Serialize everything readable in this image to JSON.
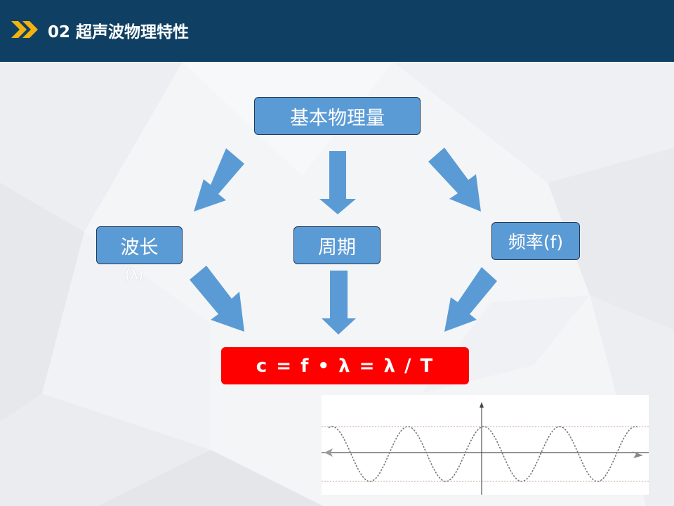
{
  "header": {
    "title": "02 超声波物理特性",
    "icon": "double-chevron-icon",
    "background_color": "#0f4063",
    "icon_color": "#f2b20f"
  },
  "diagram": {
    "root": "基本物理量",
    "wavelength": "波长",
    "wavelength_symbol": "(λ)",
    "period": "周期",
    "frequency": "频率(f)",
    "formula": "c = f • λ = λ / T",
    "box_color": "#5b9bd5",
    "arrow_color": "#5b9bd5",
    "formula_color": "#ff0000"
  },
  "wave_figure": {
    "icon": "sine-wave-graph"
  }
}
